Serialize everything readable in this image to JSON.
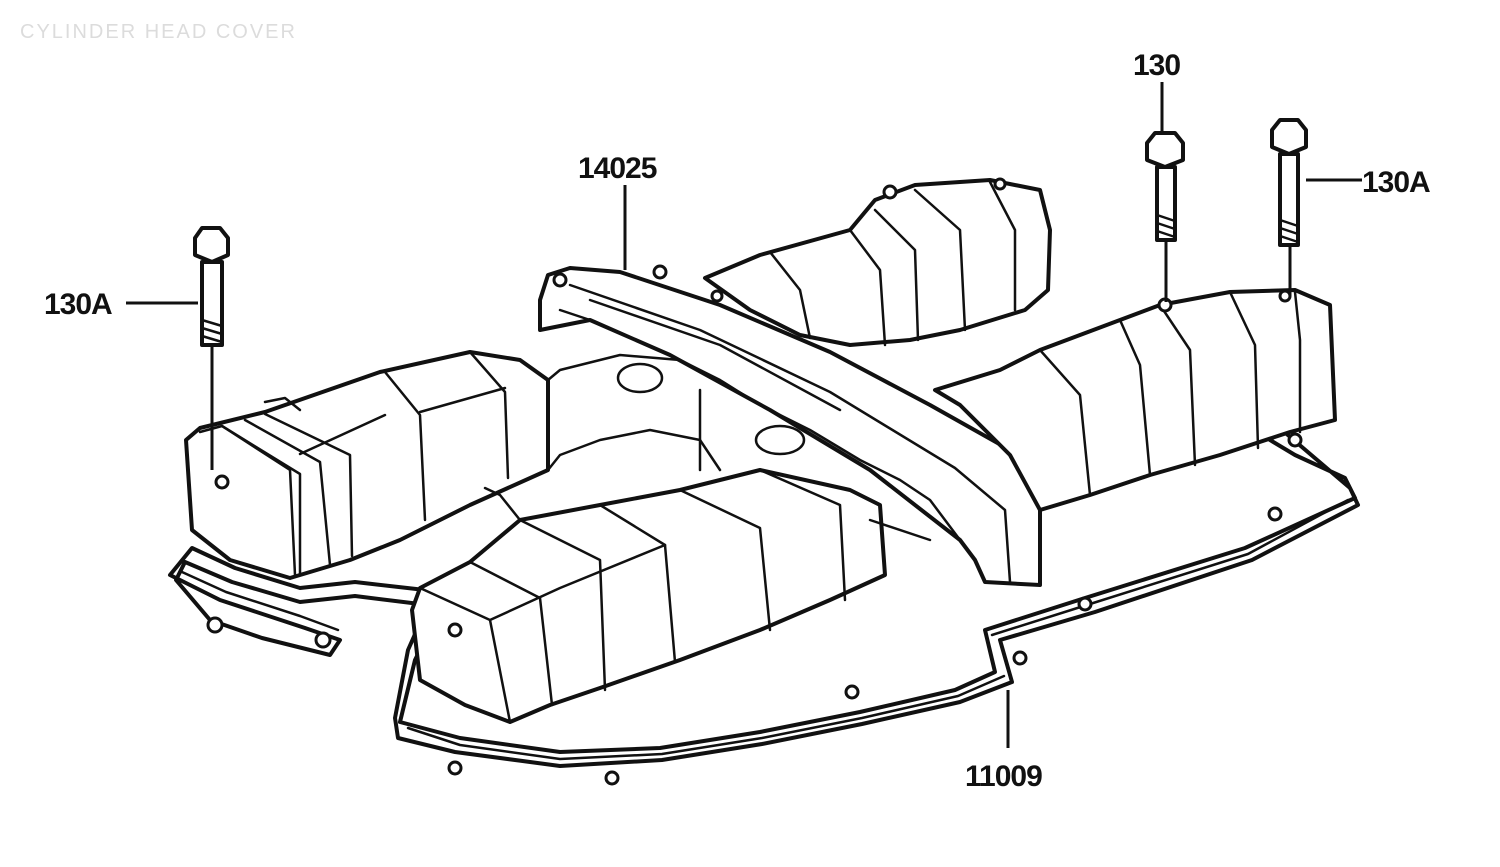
{
  "header": {
    "faint_title": "CYLINDER HEAD COVER"
  },
  "labels": {
    "cover": "14025",
    "bolt_top": "130",
    "bolt_right": "130A",
    "bolt_left": "130A",
    "gasket": "11009"
  }
}
